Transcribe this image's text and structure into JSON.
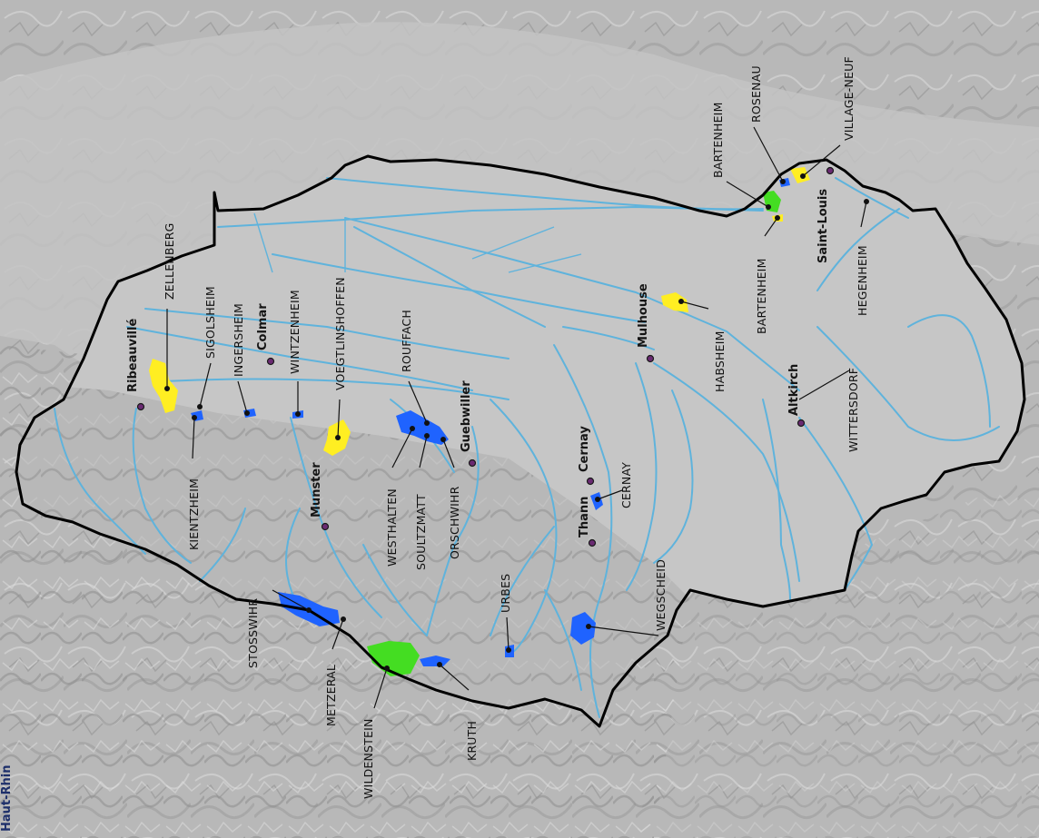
{
  "colors": {
    "zone_blue": "#1f63ff",
    "zone_yellow": "#ffee22",
    "zone_green": "#44dd22",
    "river": "#5fb3dc",
    "boundary": "#000000",
    "town_marker": "#6a2a72",
    "terrain": "#b9b9b9"
  },
  "map": {
    "edge_text": "Haut-Rhin"
  },
  "towns": [
    {
      "id": "ribeauville",
      "name": "Ribeauvillé"
    },
    {
      "id": "colmar",
      "name": "Colmar"
    },
    {
      "id": "munster",
      "name": "Munster"
    },
    {
      "id": "guebwiller",
      "name": "Guebwiller"
    },
    {
      "id": "thann",
      "name": "Thann"
    },
    {
      "id": "cernay-town",
      "name": "Cernay"
    },
    {
      "id": "mulhouse",
      "name": "Mulhouse"
    },
    {
      "id": "altkirch",
      "name": "Altkirch"
    },
    {
      "id": "saint-louis",
      "name": "Saint-Louis"
    }
  ],
  "sites": [
    {
      "id": "zellenberg",
      "name": "ZELLENBERG",
      "zone": "yellow"
    },
    {
      "id": "sigolsheim",
      "name": "SIGOLSHEIM",
      "zone": "blue"
    },
    {
      "id": "kientzheim",
      "name": "KIENTZHEIM",
      "zone": "blue"
    },
    {
      "id": "ingersheim",
      "name": "INGERSHEIM",
      "zone": "blue"
    },
    {
      "id": "wintzenheim",
      "name": "WINTZENHEIM",
      "zone": "blue"
    },
    {
      "id": "voegtlinshoffen",
      "name": "VOEGTLINSHOFFEN",
      "zone": "yellow"
    },
    {
      "id": "rouffach",
      "name": "ROUFFACH",
      "zone": "blue"
    },
    {
      "id": "westhalten",
      "name": "WESTHALTEN",
      "zone": "blue"
    },
    {
      "id": "soultzmatt",
      "name": "SOULTZMATT",
      "zone": "blue"
    },
    {
      "id": "orschwihr",
      "name": "ORSCHWIHR",
      "zone": "blue"
    },
    {
      "id": "stosswihr",
      "name": "STOSSWIHR",
      "zone": "blue"
    },
    {
      "id": "metzeral",
      "name": "METZERAL",
      "zone": "blue"
    },
    {
      "id": "wildenstein",
      "name": "WILDENSTEIN",
      "zone": "green"
    },
    {
      "id": "kruth",
      "name": "KRUTH",
      "zone": "blue"
    },
    {
      "id": "urbes",
      "name": "URBES",
      "zone": "blue"
    },
    {
      "id": "cernay",
      "name": "CERNAY",
      "zone": "blue"
    },
    {
      "id": "wegscheid",
      "name": "WEGSCHEID",
      "zone": "blue"
    },
    {
      "id": "habsheim",
      "name": "HABSHEIM",
      "zone": "yellow"
    },
    {
      "id": "bartenheim-1",
      "name": "BARTENHEIM",
      "zone": "green"
    },
    {
      "id": "bartenheim-2",
      "name": "BARTENHEIM",
      "zone": "yellow"
    },
    {
      "id": "rosenau",
      "name": "ROSENAU",
      "zone": "blue"
    },
    {
      "id": "village-neuf",
      "name": "VILLAGE-NEUF",
      "zone": "yellow"
    },
    {
      "id": "hegenheim",
      "name": "HEGENHEIM",
      "zone": "yellow"
    },
    {
      "id": "wittersdorf",
      "name": "WITTERSDORF",
      "zone": "blue"
    }
  ]
}
